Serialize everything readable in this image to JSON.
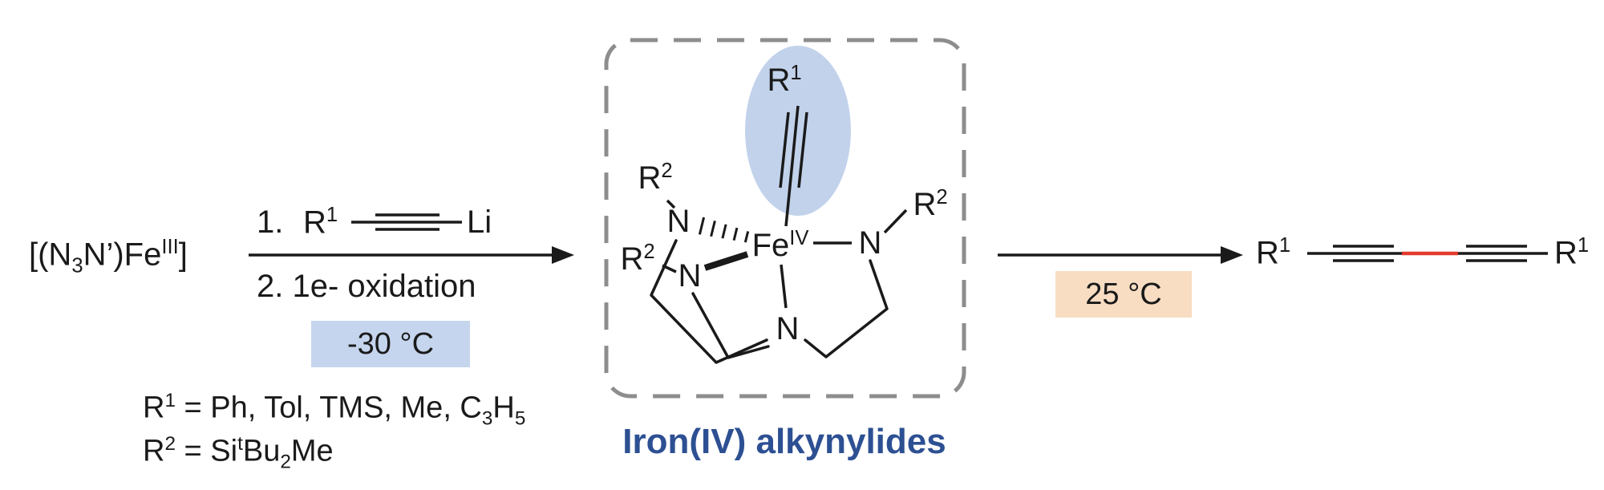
{
  "colors": {
    "highlight_blue": "#c5d5ed",
    "highlight_peach": "#f8ddc3",
    "ellipse_blue": "#c2d2eb",
    "title_blue": "#2d5093",
    "bond_red": "#e23b2e",
    "dash_gray": "#8d8d8d",
    "ink": "#1a1a1a"
  },
  "reactant": {
    "t1": "[(N",
    "sub1": "3",
    "t2": "N’)Fe",
    "sup1": "III",
    "t3": "]"
  },
  "arrow1": {
    "step1_num": "1.",
    "r_base": "R",
    "r_sup": "1",
    "li": "Li",
    "step2": "2. 1e- oxidation",
    "temp": "-30 °C"
  },
  "legend": {
    "l1": {
      "b": "R",
      "sup": "1",
      "mid": " = Ph, Tol, TMS, Me, C",
      "sub": "3",
      "h": "H",
      "sub2": "5"
    },
    "l2": {
      "b": "R",
      "sup": "2",
      "mid": " = Si",
      "tsup": "t",
      "bu": "Bu",
      "sub": "2",
      "me": "Me"
    }
  },
  "complex": {
    "r1": {
      "b": "R",
      "sup": "1"
    },
    "fe": {
      "b": "Fe",
      "sup": "IV"
    },
    "n": "N",
    "r2": {
      "b": "R",
      "sup": "2"
    },
    "caption": "Iron(IV) alkynylides"
  },
  "arrow2": {
    "temp": "25 °C"
  },
  "product": {
    "r": {
      "b": "R",
      "sup": "1"
    }
  }
}
